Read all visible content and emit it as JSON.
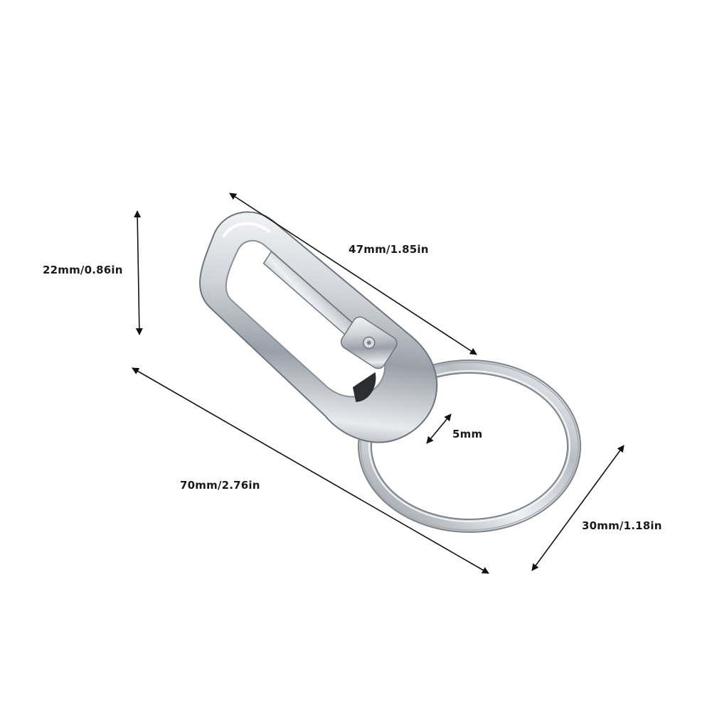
{
  "product": {
    "subject": "carabiner-keychain",
    "metal_color": "#c9cdd3",
    "highlight_color": "#f4f6f8",
    "shadow_color": "#7d838b",
    "arrow_color": "#111111"
  },
  "dimensions": {
    "height": "22mm/0.86in",
    "clip_length": "47mm/1.85in",
    "total_length": "70mm/2.76in",
    "gate_gap": "5mm",
    "ring_diameter": "30mm/1.18in"
  }
}
